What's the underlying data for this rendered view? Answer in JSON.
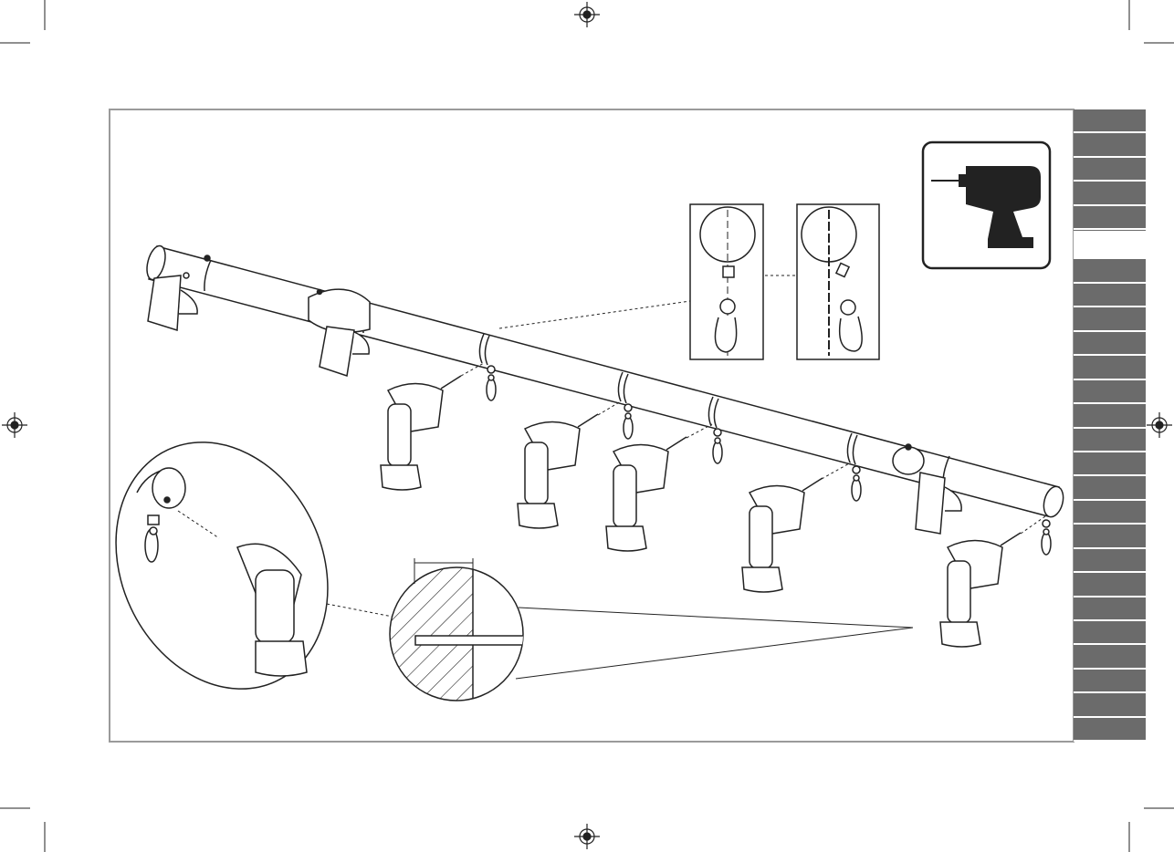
{
  "document": {
    "type": "assembly-instruction-page",
    "step_tabs_total": 26,
    "active_tab": 6,
    "tool_icon": "power-drill-icon",
    "colors": {
      "line": "#222222",
      "frame": "#9a9a9a",
      "tab": "#6b6b6b",
      "tool_box_fill": "#ffffff"
    }
  }
}
